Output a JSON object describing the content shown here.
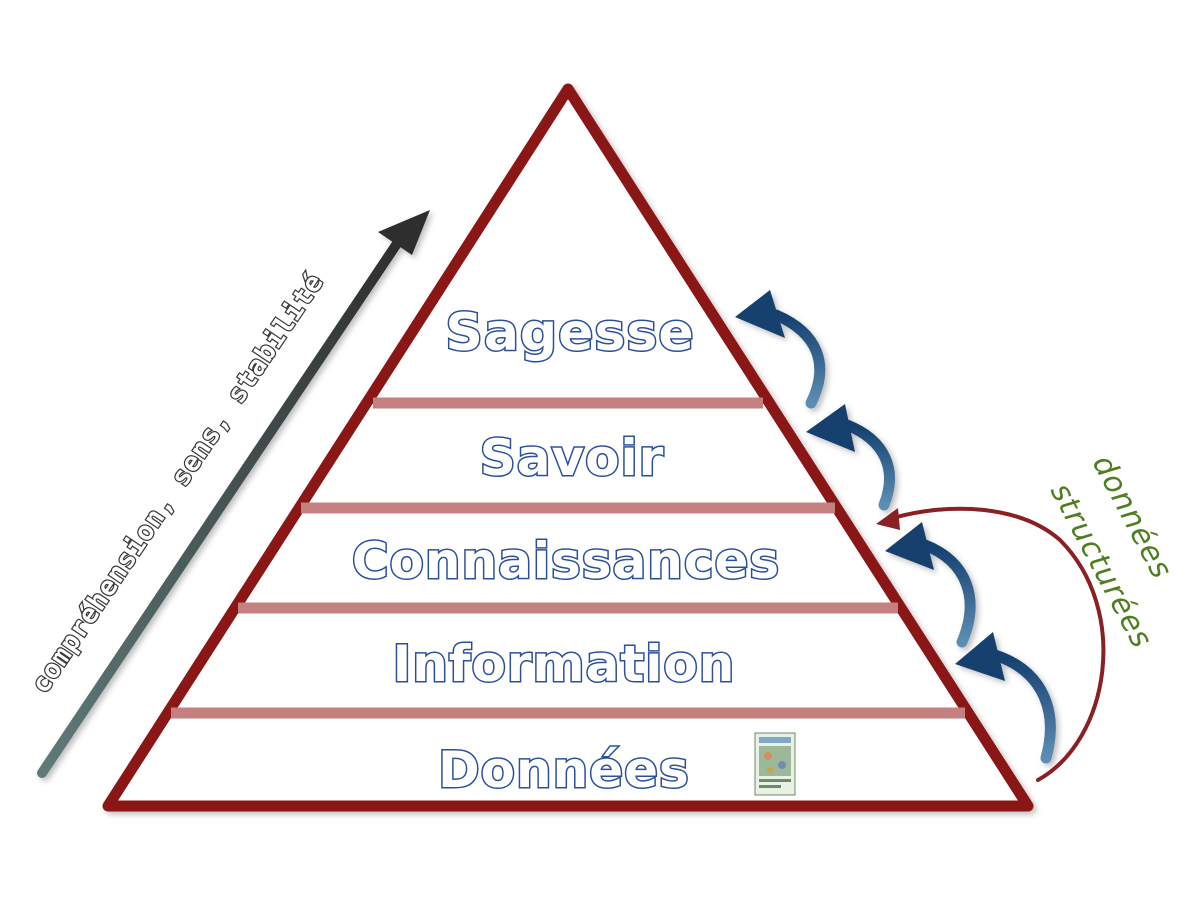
{
  "pyramid": {
    "levels": [
      {
        "label": "Sagesse"
      },
      {
        "label": "Savoir"
      },
      {
        "label": "Connaissances"
      },
      {
        "label": "Information"
      },
      {
        "label": "Données"
      }
    ]
  },
  "axis_label": "compréhension, sens, stabilité",
  "side_label": {
    "line1": "données",
    "line2": "structurées"
  },
  "colors": {
    "pyramid_outline": "#8a1414",
    "band": "#c47f7f",
    "level_text_stroke": "#2a4f9c",
    "level_arrow": "#2f5f8e",
    "curve_arrow": "#8a1f24",
    "axis_arrow": "#4a5a5a",
    "side_label": "#4f7d1f"
  },
  "icons": {
    "data_thumbnail": "document-thumbnail-icon"
  }
}
